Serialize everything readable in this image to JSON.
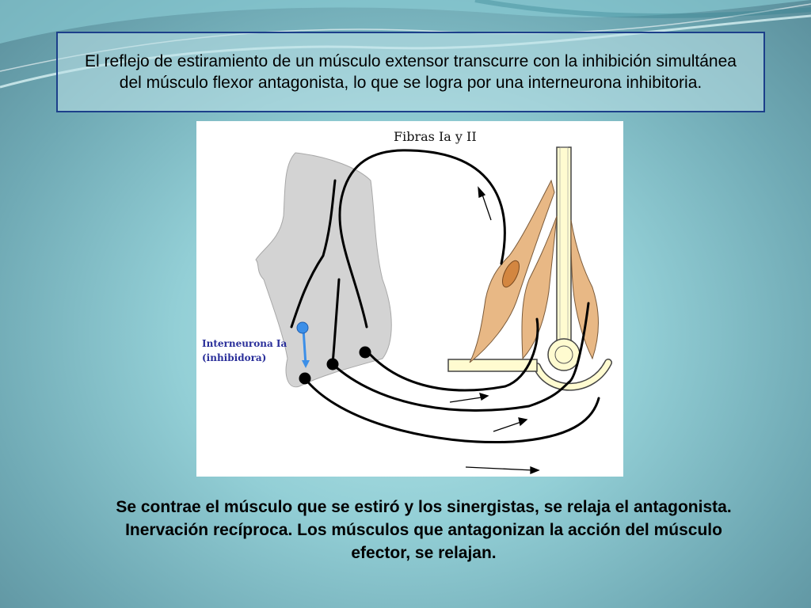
{
  "slide": {
    "title": "El reflejo de estiramiento de un músculo extensor transcurre con la inhibición simultánea del músculo flexor antagonista, lo que se logra por una interneurona inhibitoria.",
    "caption": "Se contrae el músculo que se estiró y los sinergistas, se relaja el antagonista. Inervación recíproca. Los músculos que antagonizan la acción del músculo efector, se relajan."
  },
  "diagram": {
    "label_fibers": "Fibras Ia y II",
    "label_interneuron_line1": "Interneurona Ia",
    "label_interneuron_line2": "(inhibidora)",
    "colors": {
      "spinal_cord": "#d3d3d3",
      "muscle": "#e8b885",
      "bone": "#fffbd0",
      "interneuron": "#3c8fe8",
      "nerve": "#000000"
    }
  },
  "theme": {
    "accent": "#1c3f8a"
  }
}
